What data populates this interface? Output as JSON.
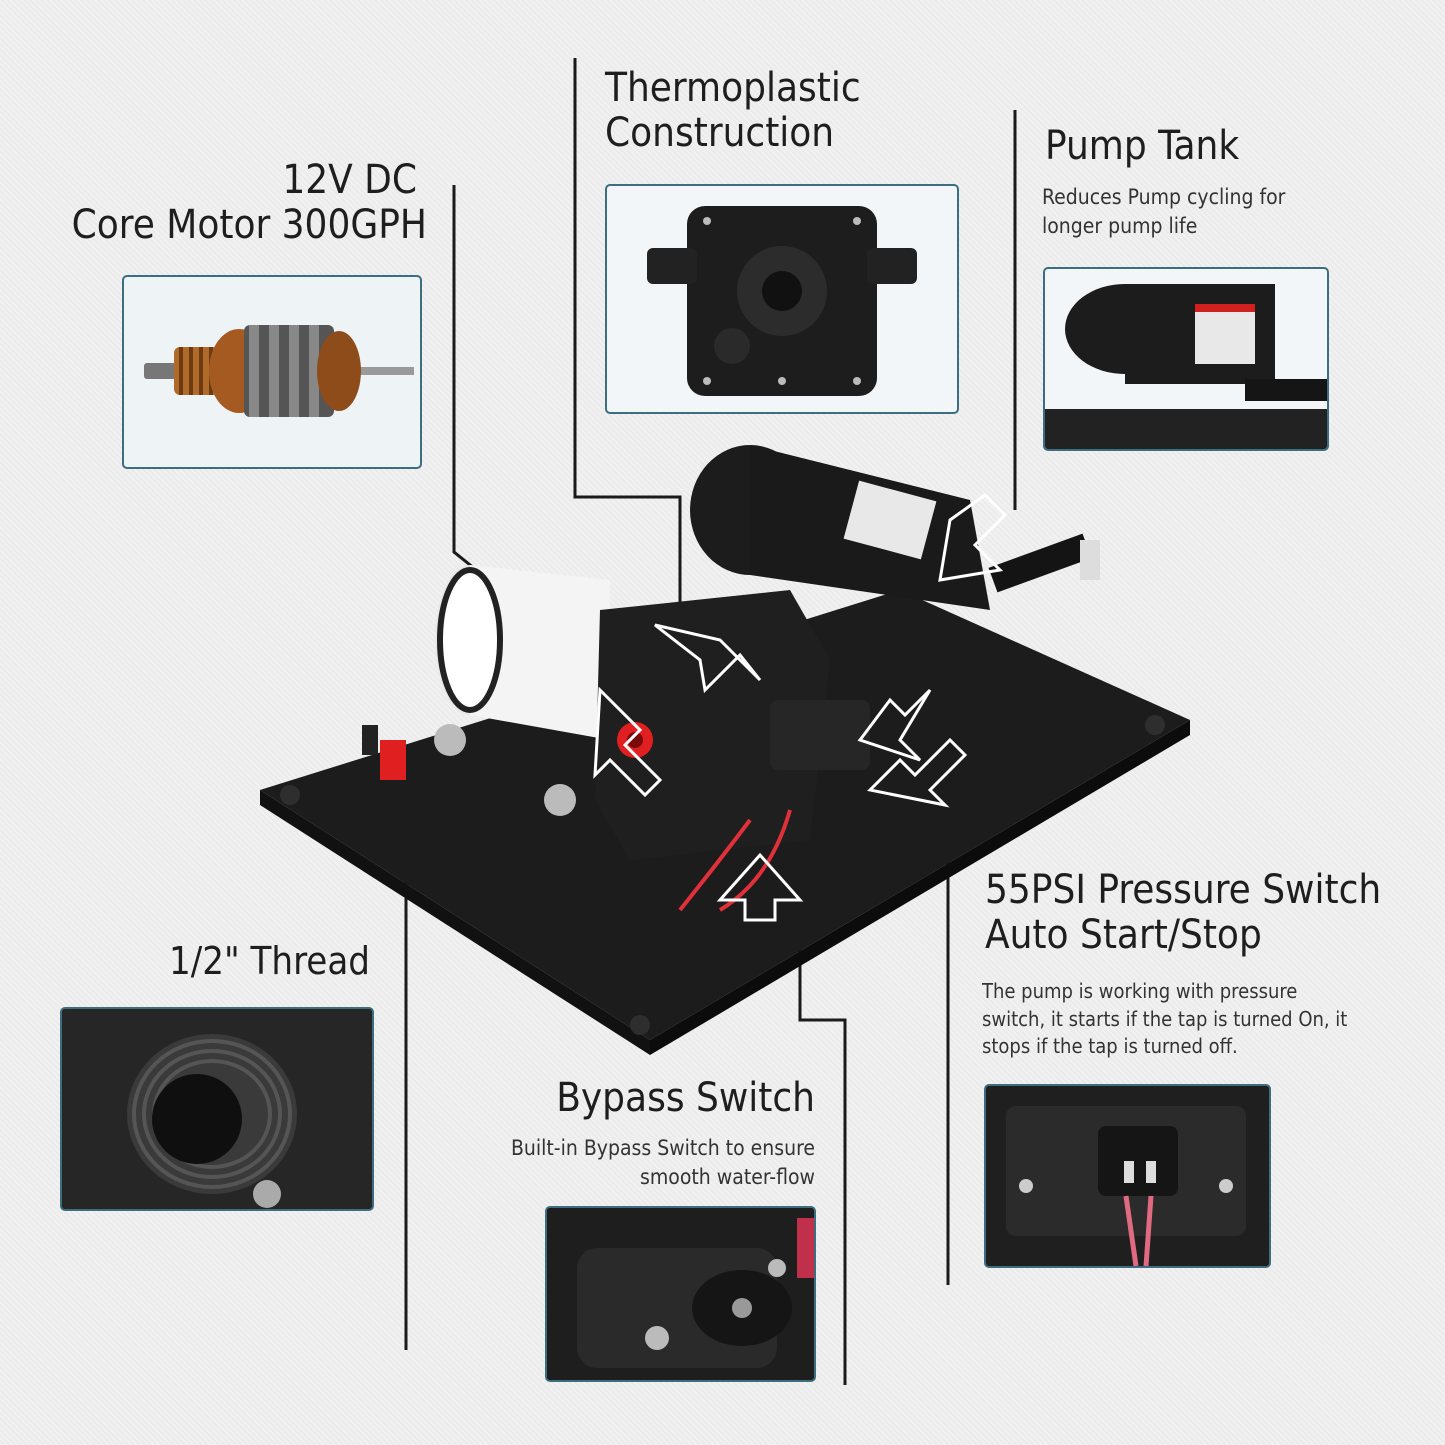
{
  "motor": {
    "title_line1": "12V DC",
    "title_line2": "Core Motor 300GPH"
  },
  "construction": {
    "title_line1": "Thermoplastic",
    "title_line2": "Construction"
  },
  "tank": {
    "title": "Pump Tank",
    "desc_line1": "Reduces Pump cycling for",
    "desc_line2": "longer pump life"
  },
  "pressure": {
    "title_line1": "55PSI Pressure Switch",
    "title_line2": "Auto Start/Stop",
    "desc_line1": "The pump is working with pressure",
    "desc_line2": "switch, it starts if the tap is turned On, it",
    "desc_line3": "stops if the tap is turned off."
  },
  "thread": {
    "title": "1/2\" Thread"
  },
  "bypass": {
    "title": "Bypass Switch",
    "desc_line1": "Built-in Bypass Switch to ensure",
    "desc_line2": "smooth water-flow"
  },
  "colors": {
    "frame": "#3c6e80",
    "accent_red": "#e02020",
    "body_black": "#1a1a1a"
  },
  "icons": [
    "arrow-icon"
  ]
}
